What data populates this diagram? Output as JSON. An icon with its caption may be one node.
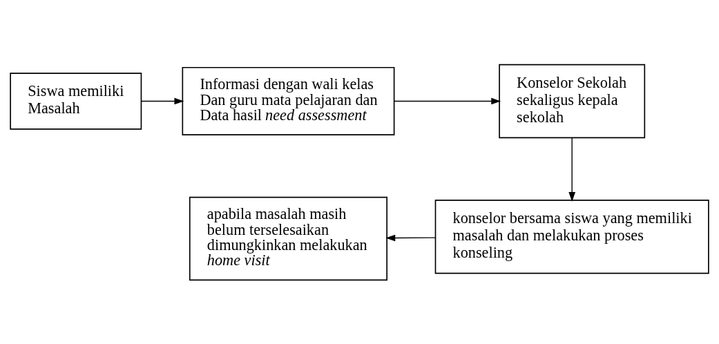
{
  "diagram": {
    "nodes": [
      {
        "text": [
          "Siswa memiliki Masalah"
        ]
      },
      {
        "text": [
          "Informasi dengan wali kelas Dan guru mata pelajaran dan Data hasil *need assessment*"
        ]
      },
      {
        "text": [
          "Konselor Sekolah sekaligus kepala sekolah"
        ]
      },
      {
        "text": [
          "konselor bersama siswa yang memiliki masalah dan melakukan proses konseling"
        ]
      },
      {
        "text": [
          "apabila masalah masih belum terselesaikan dimungkinkan melakukan *home visit*"
        ]
      }
    ],
    "edges": [
      {
        "from": 0,
        "to": 1,
        "arrow": "to"
      },
      {
        "from": 1,
        "to": 2,
        "arrow": "to"
      },
      {
        "from": 2,
        "to": 3,
        "arrow": "to"
      },
      {
        "from": 3,
        "to": 4,
        "arrow": "to"
      }
    ]
  }
}
